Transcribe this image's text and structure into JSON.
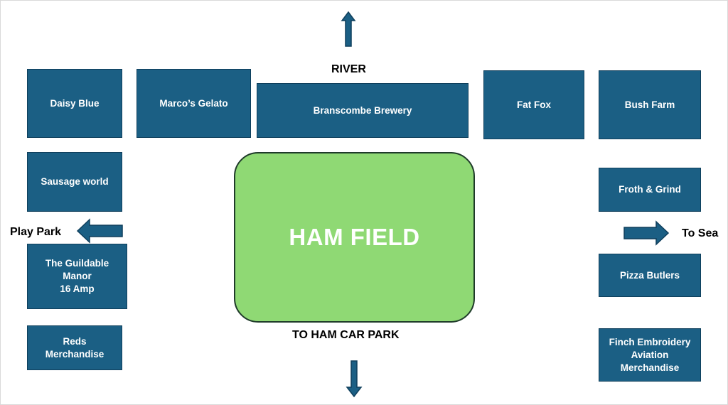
{
  "title": "",
  "colors": {
    "stall_fill": "#1b5f84",
    "stall_border": "#0f3f5c",
    "field_fill": "#8fd974",
    "text_on_dark": "#ffffff"
  },
  "field": {
    "label": "HAM FIELD"
  },
  "directions": {
    "top": "RIVER",
    "bottom": "TO HAM CAR PARK",
    "left": "Play Park",
    "right": "To Sea"
  },
  "stalls": {
    "daisy_blue": "Daisy Blue",
    "marcos_gelato": "Marco’s Gelato",
    "branscombe_brewery": "Branscombe Brewery",
    "fat_fox": "Fat Fox",
    "bush_farm": "Bush Farm",
    "sausage_world": "Sausage world",
    "froth_grind": "Froth & Grind",
    "guildable_manor": "The Guildable\nManor\n16 Amp",
    "pizza_butlers": "Pizza Butlers",
    "reds_merchandise": "Reds\nMerchandise",
    "finch_embroidery": "Finch Embroidery\nAviation\nMerchandise"
  },
  "icons": {
    "up": "arrow-up-icon",
    "down": "arrow-down-icon",
    "left": "arrow-left-icon",
    "right": "arrow-right-icon"
  }
}
